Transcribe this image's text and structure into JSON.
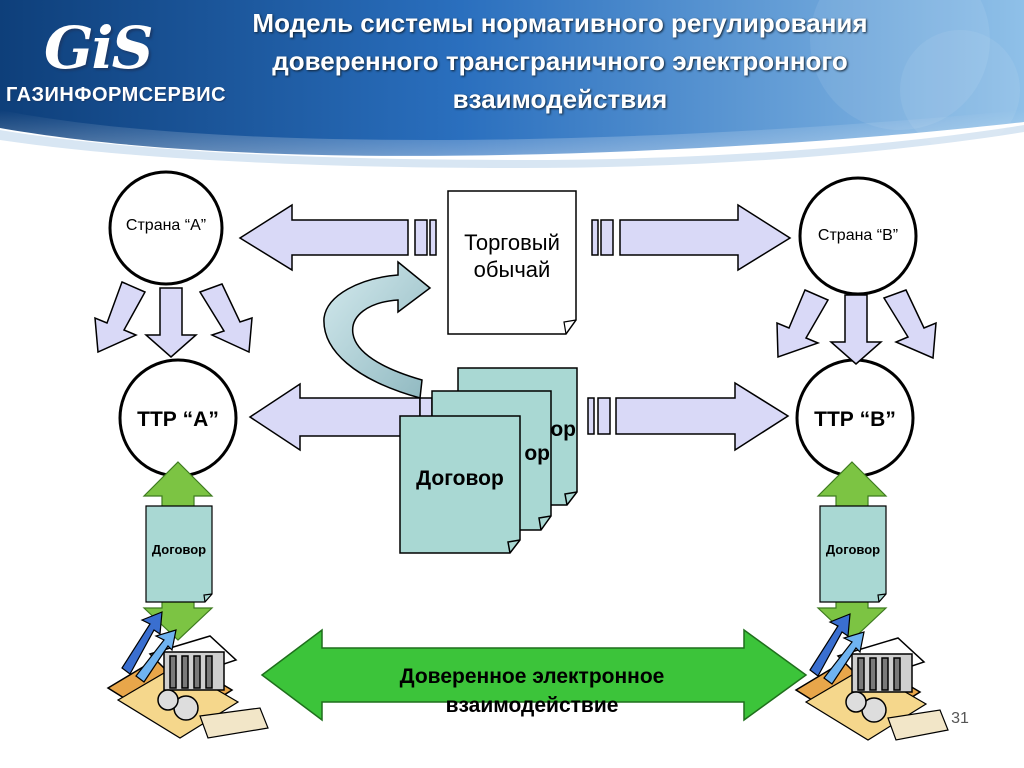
{
  "header": {
    "title_lines": [
      "Модель системы нормативного регулирования",
      "доверенного трансграничного электронного",
      "взаимодействия"
    ],
    "logo_mark": "GiS",
    "logo_name": "ГАЗИНФОРМСЕРВИС"
  },
  "diagram": {
    "country_a": "Страна “А”",
    "country_b": "Страна “В”",
    "ttr_a": "ТТР “А”",
    "ttr_b": "ТТР “В”",
    "trade_custom": [
      "Торговый",
      "обычай"
    ],
    "contract_stack": [
      "ор",
      "ор",
      "Договор"
    ],
    "contract_a": "Договор",
    "contract_b": "Договор",
    "trusted_interaction": [
      "Доверенное электронное",
      "взаимодействие"
    ]
  },
  "slide_number": "31",
  "colors": {
    "header_blue": "#1f5fa8",
    "lavender_arrow": "#d9d9f7",
    "green_arrow": "#39c33b",
    "document_teal": "#a9d8d3",
    "curved_arrow": "#b8d6da"
  }
}
